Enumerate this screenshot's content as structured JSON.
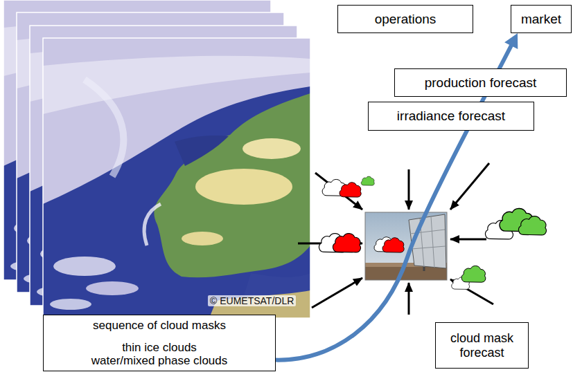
{
  "diagram": {
    "nodes": [
      {
        "text": [
          "operations"
        ]
      },
      {
        "text": [
          "market"
        ]
      },
      {
        "text": [
          "production forecast"
        ]
      },
      {
        "text": [
          "irradiance forecast"
        ]
      },
      {
        "text": [
          "sequence of cloud masks",
          "thin ice clouds water/mixed phase clouds"
        ]
      },
      {
        "text": [
          "cloud mask forecast"
        ]
      }
    ],
    "edges": [
      {
        "from": 4,
        "to": 1,
        "arrow": "to"
      }
    ],
    "labels": [
      "© EUMETSAT/DLR"
    ]
  }
}
